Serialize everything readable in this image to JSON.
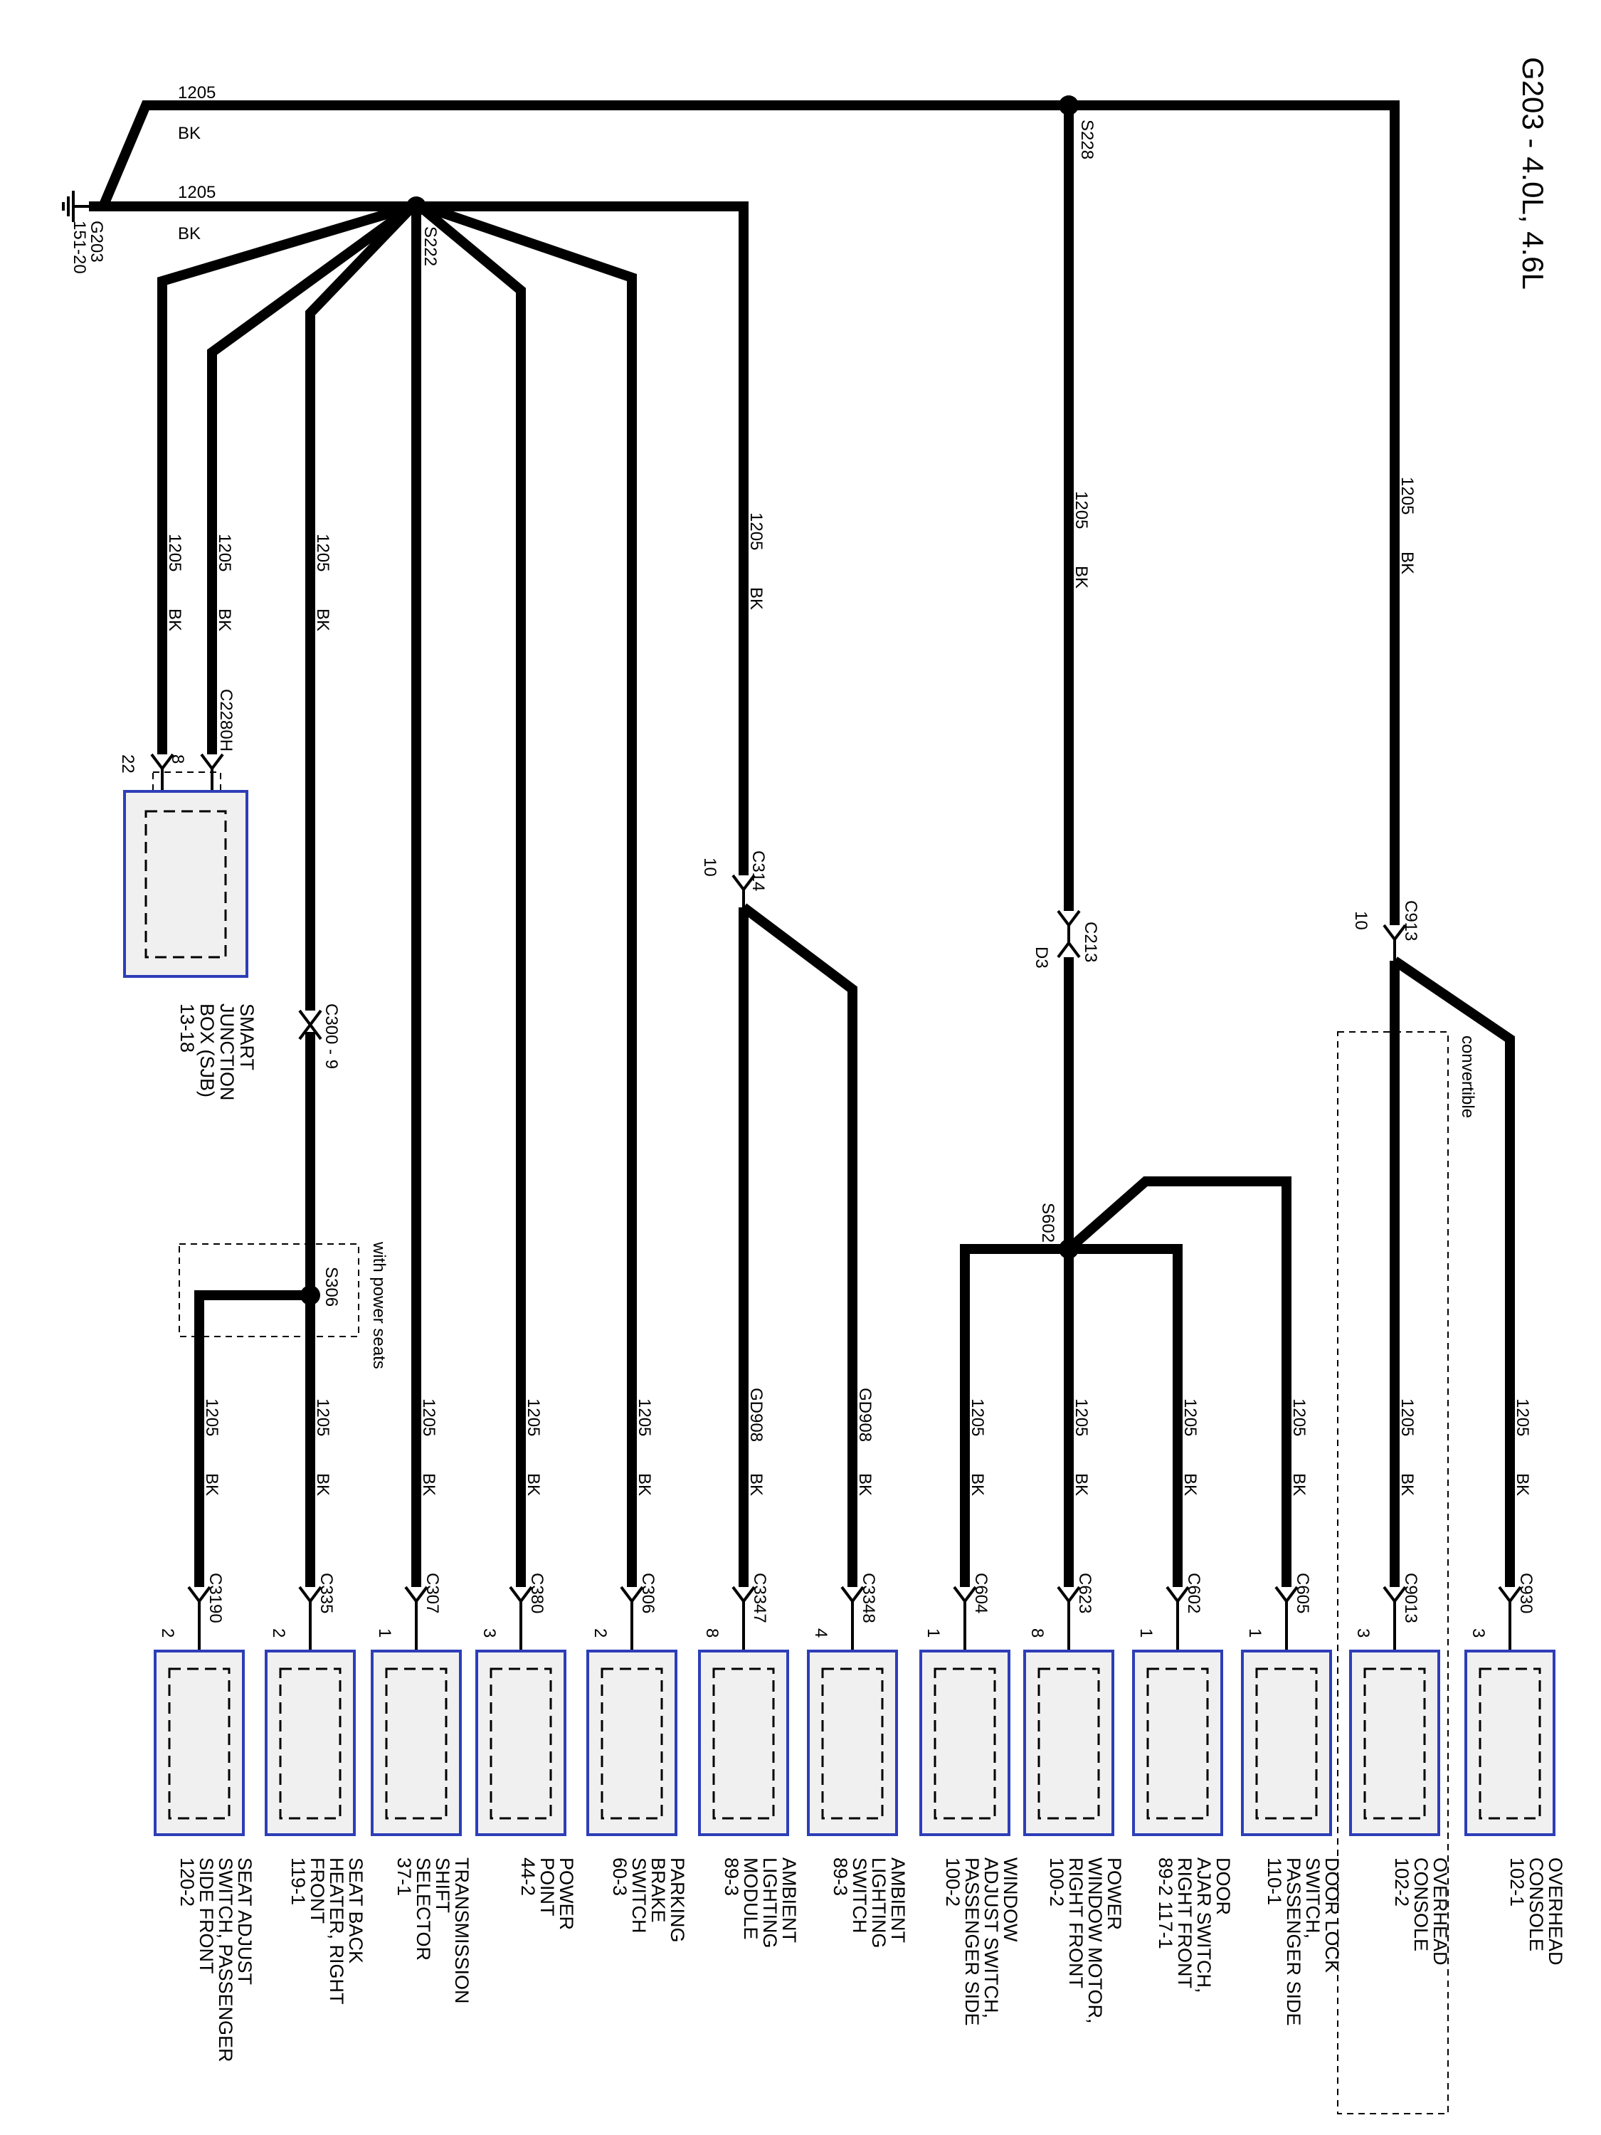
{
  "title": "G203 - 4.0L, 4.6L",
  "ground": {
    "name": "G203",
    "ref": "151-20"
  },
  "splices": [
    "S222",
    "S228",
    "S602",
    "S306"
  ],
  "wire": {
    "circuit": "1205",
    "color": "BK",
    "alt_circuit": "GD908"
  },
  "inline": {
    "c314": "C314",
    "c314_pin": "10",
    "c213": "C213",
    "c213_pin": "D3",
    "c913": "C913",
    "c913_pin": "10",
    "c300": "C300 - 9"
  },
  "notes": {
    "power_seats": "with power seats",
    "convertible": "convertible"
  },
  "sjb": {
    "connector": "C2280H",
    "pins": [
      "22",
      "8"
    ],
    "lines": [
      "SMART",
      "JUNCTION",
      "BOX (SJB)",
      "13-18"
    ]
  },
  "components": [
    {
      "connector": "C3190",
      "pin": "2",
      "lines": [
        "SEAT ADJUST",
        "SWITCH, PASSENGER",
        "SIDE FRONT",
        "120-2"
      ]
    },
    {
      "connector": "C335",
      "pin": "2",
      "lines": [
        "SEAT BACK",
        "HEATER, RIGHT",
        "FRONT",
        "119-1"
      ]
    },
    {
      "connector": "C307",
      "pin": "1",
      "lines": [
        "TRANSMISSION",
        "SHIFT",
        "SELECTOR",
        "37-1"
      ]
    },
    {
      "connector": "C380",
      "pin": "3",
      "lines": [
        "POWER",
        "POINT",
        "44-2"
      ]
    },
    {
      "connector": "C306",
      "pin": "2",
      "lines": [
        "PARKING",
        "BRAKE",
        "SWITCH",
        "60-3"
      ]
    },
    {
      "connector": "C3347",
      "pin": "8",
      "lines": [
        "AMBIENT",
        "LIGHTING",
        "MODULE",
        "89-3"
      ]
    },
    {
      "connector": "C3348",
      "pin": "4",
      "lines": [
        "AMBIENT",
        "LIGHTING",
        "SWITCH",
        "89-3"
      ]
    },
    {
      "connector": "C604",
      "pin": "1",
      "lines": [
        "WINDOW",
        "ADJUST SWITCH,",
        "PASSENGER SIDE",
        "100-2"
      ]
    },
    {
      "connector": "C623",
      "pin": "8",
      "lines": [
        "POWER",
        "WINDOW MOTOR,",
        "RIGHT FRONT",
        "100-2"
      ]
    },
    {
      "connector": "C602",
      "pin": "1",
      "lines": [
        "DOOR",
        "AJAR SWITCH,",
        "RIGHT FRONT",
        "89-2    117-1"
      ]
    },
    {
      "connector": "C605",
      "pin": "1",
      "lines": [
        "DOOR LOCK",
        "SWITCH,",
        "PASSENGER SIDE",
        "110-1"
      ]
    },
    {
      "connector": "C9013",
      "pin": "3",
      "lines": [
        "OVERHEAD",
        "CONSOLE",
        "102-2"
      ]
    },
    {
      "connector": "C930",
      "pin": "3",
      "lines": [
        "OVERHEAD",
        "CONSOLE",
        "102-1"
      ]
    }
  ]
}
